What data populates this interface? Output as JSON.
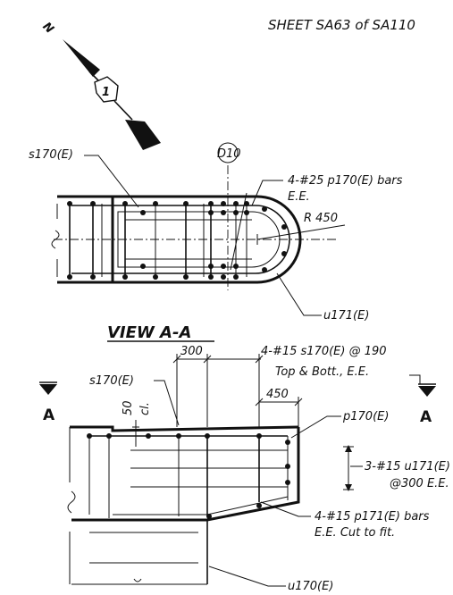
{
  "sheet": {
    "label": "SHEET SA63 of SA110"
  },
  "north": {
    "letter": "N",
    "number": "1"
  },
  "plan": {
    "grid_bubble": "D10",
    "label_s170": "s170(E)",
    "callout_p170_line1": "4-#25 p170(E) bars",
    "callout_p170_line2": "E.E.",
    "radius": "R 450",
    "label_u171": "u171(E)"
  },
  "section": {
    "title": "VIEW A-A",
    "dim_300": "300",
    "dim_450": "450",
    "dim_50": "50",
    "dim_cl": "cl.",
    "callout_s170_line1": "4-#15 s170(E) @ 190",
    "callout_s170_line2": "Top & Bott., E.E.",
    "label_s170": "s170(E)",
    "label_p170": "p170(E)",
    "callout_u171_line1": "3-#15 u171(E)",
    "callout_u171_line2": "@300 E.E.",
    "callout_p171_line1": "4-#15 p171(E) bars",
    "callout_p171_line2": "E.E. Cut to fit.",
    "label_u170": "u170(E)",
    "cut_left": "A",
    "cut_right": "A"
  }
}
